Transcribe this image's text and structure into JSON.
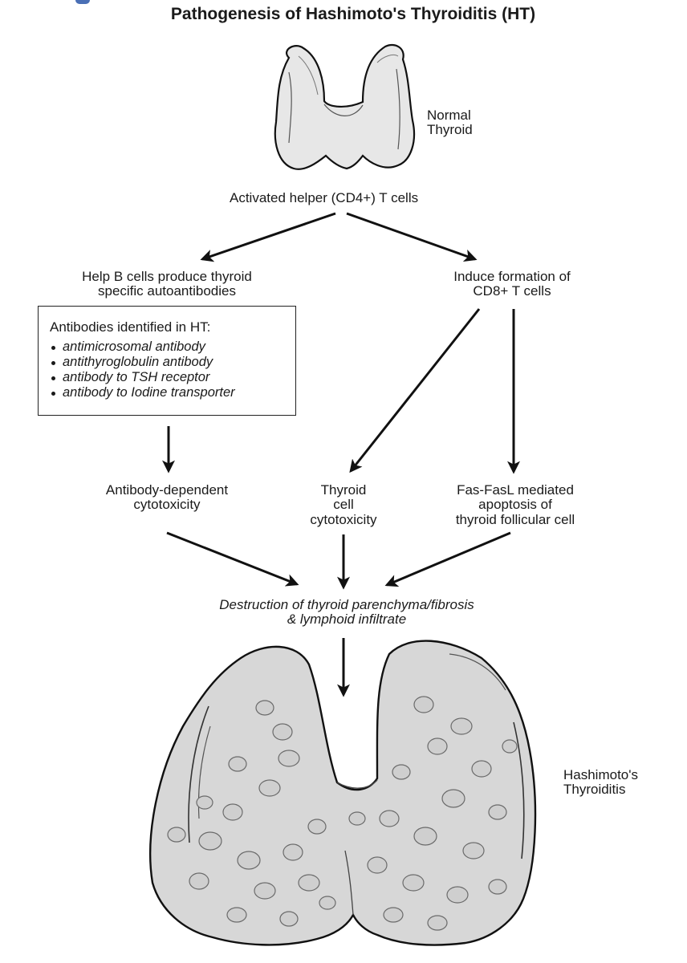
{
  "title": "Pathogenesis of Hashimoto's Thyroiditis (HT)",
  "nodes": {
    "normal_thyroid": [
      "Normal",
      "Thyroid"
    ],
    "activated_helper": "Activated helper (CD4+) T cells",
    "help_b_cells": [
      "Help B cells produce thyroid",
      "specific autoantibodies"
    ],
    "induce_cd8": [
      "Induce formation of",
      "CD8+ T cells"
    ],
    "antibody_dependent": [
      "Antibody-dependent",
      "cytotoxicity"
    ],
    "thyroid_cell": [
      "Thyroid",
      "cell",
      "cytotoxicity"
    ],
    "fas_fasl": [
      "Fas-FasL mediated",
      "apoptosis of",
      "thyroid follicular cell"
    ],
    "destruction": [
      "Destruction of thyroid parenchyma/fibrosis",
      "& lymphoid infiltrate"
    ],
    "hashimotos": [
      "Hashimoto's",
      "Thyroiditis"
    ]
  },
  "antibodies_box": {
    "heading": "Antibodies identified in HT:",
    "items": [
      "antimicrosomal antibody",
      "antithyroglobulin antibody",
      "antibody to TSH receptor",
      "antibody to Iodine transporter"
    ]
  }
}
